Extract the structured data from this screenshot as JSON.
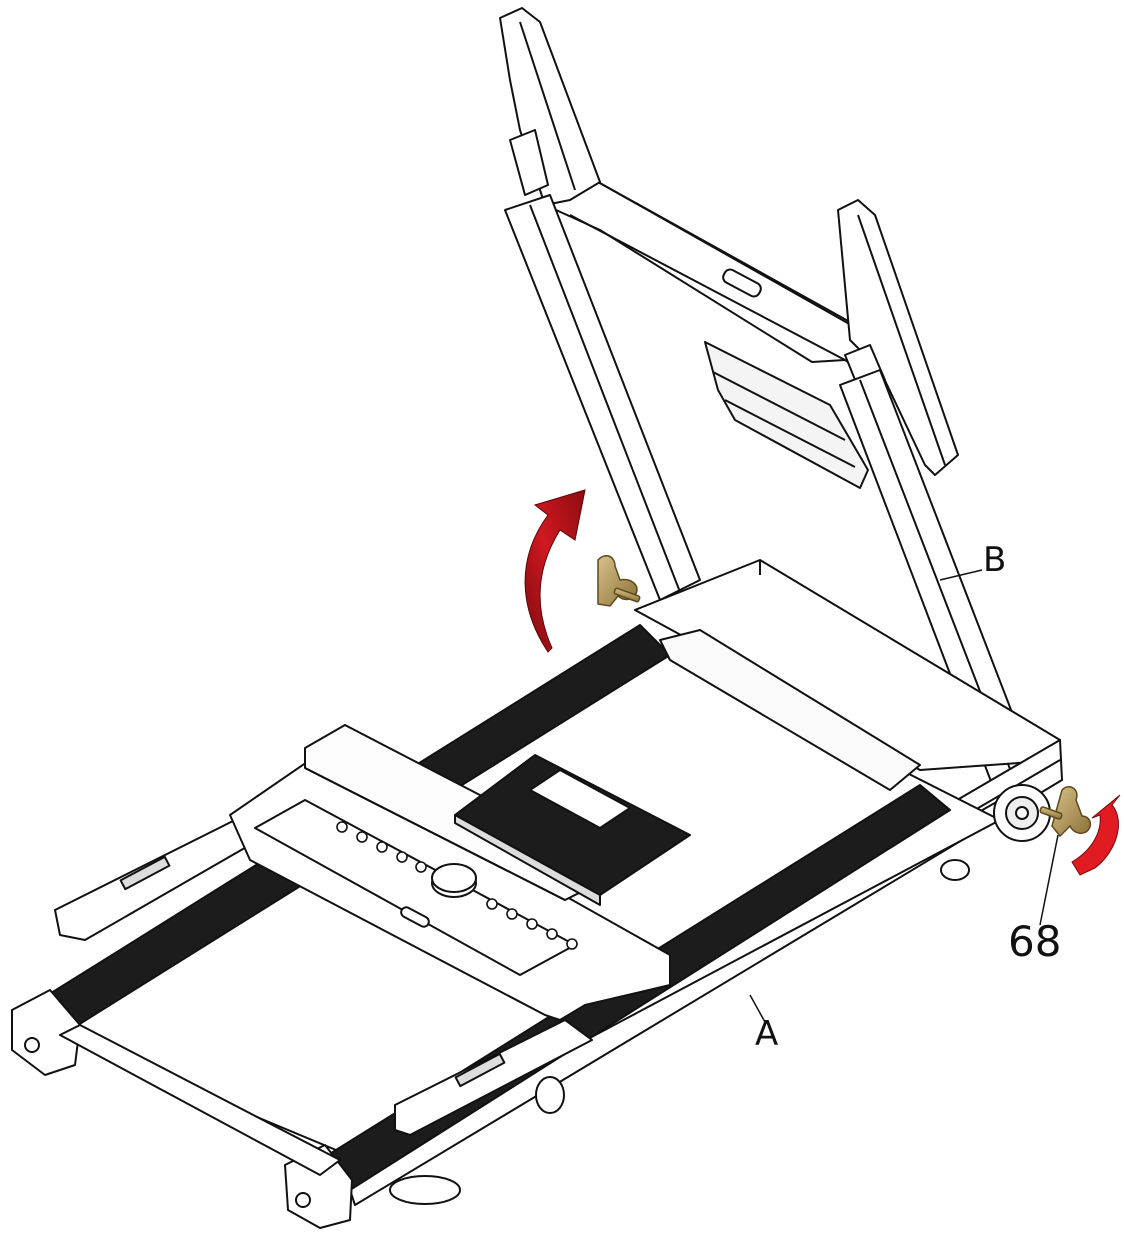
{
  "labels": {
    "frame_upright": "B",
    "base_frame": "A",
    "knob_part": "68"
  },
  "colors": {
    "line": "#111111",
    "belt": "#1c1c1c",
    "arrow": "#c0141a",
    "knob": "#b59a5a"
  },
  "icons": {
    "lift_arrow": "curved-arrow-up-icon",
    "rotate_arrow": "rotate-arrow-icon",
    "knob": "star-knob-icon"
  }
}
